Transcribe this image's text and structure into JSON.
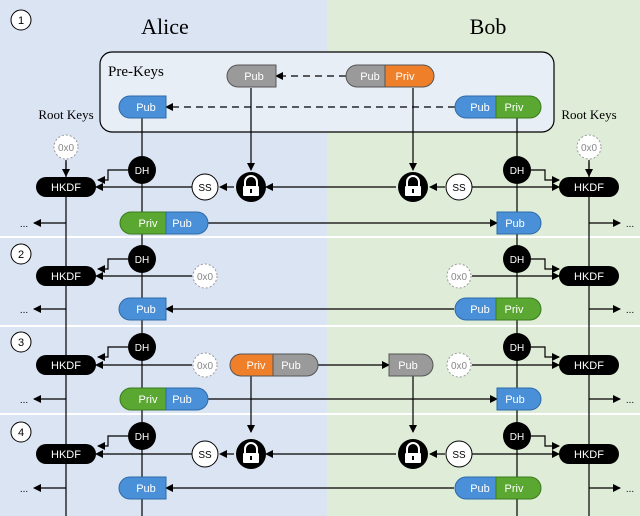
{
  "parties": {
    "left": "Alice",
    "right": "Bob"
  },
  "prekeys": {
    "title": "Pre-Keys"
  },
  "labels": {
    "root_keys_left": "Root Keys",
    "root_keys_right": "Root Keys",
    "pub": "Pub",
    "priv": "Priv",
    "dh": "DH",
    "hkdf": "HKDF",
    "ss": "SS",
    "zero": "0x0",
    "ellipsis": "..."
  },
  "steps": [
    "1",
    "2",
    "3",
    "4"
  ],
  "colors": {
    "alice_bg": "#dbe4f3",
    "bob_bg": "#dfedd8",
    "pub_blue": "#4a90d9",
    "priv_green": "#5aa832",
    "priv_orange": "#f07f2a",
    "grey_key": "#9a9a9a",
    "black": "#000000"
  }
}
